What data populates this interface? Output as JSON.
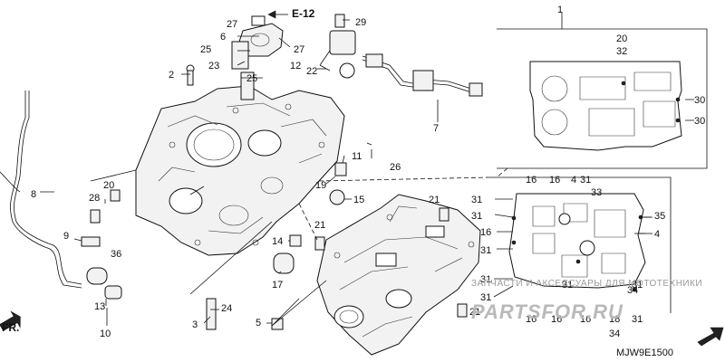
{
  "diagram_code": "MJW9E1500",
  "section_ref": "E-12",
  "front_mark": "FR.",
  "watermark": {
    "tagline": "ЗАПЧАСТИ И АКСЕССУАРЫ ДЛЯ МОТОТЕХНИКИ",
    "brand": "PARTSFOR.RU"
  },
  "callouts": {
    "c1": "1",
    "c2": "2",
    "c3": "3",
    "c4a": "4",
    "c4b": "4",
    "c5": "5",
    "c6": "6",
    "c7": "7",
    "c8": "8",
    "c9": "9",
    "c10": "10",
    "c11": "11",
    "c12": "12",
    "c13": "13",
    "c14": "14",
    "c15": "15",
    "c16a": "16",
    "c16b": "16",
    "c16c": "16",
    "c16d": "16",
    "c16e": "16",
    "c16f": "16",
    "c17": "17",
    "c18": "18",
    "c19": "19",
    "c20a": "20",
    "c20b": "20",
    "c21a": "21",
    "c21b": "21",
    "c21c": "21",
    "c22": "22",
    "c23": "23",
    "c24": "24",
    "c25a": "25",
    "c25b": "25",
    "c26": "26",
    "c27a": "27",
    "c27b": "27",
    "c28": "28",
    "c29": "29",
    "c30a": "30",
    "c30b": "30",
    "c31a": "31",
    "c31b": "31",
    "c31c": "31",
    "c31d": "31",
    "c31e": "31",
    "c31f": "31",
    "c31g": "31",
    "c31h": "31",
    "c31i": "31",
    "c32": "32",
    "c33": "33",
    "c34a": "34",
    "c34b": "34",
    "c35": "35",
    "c36": "36"
  }
}
